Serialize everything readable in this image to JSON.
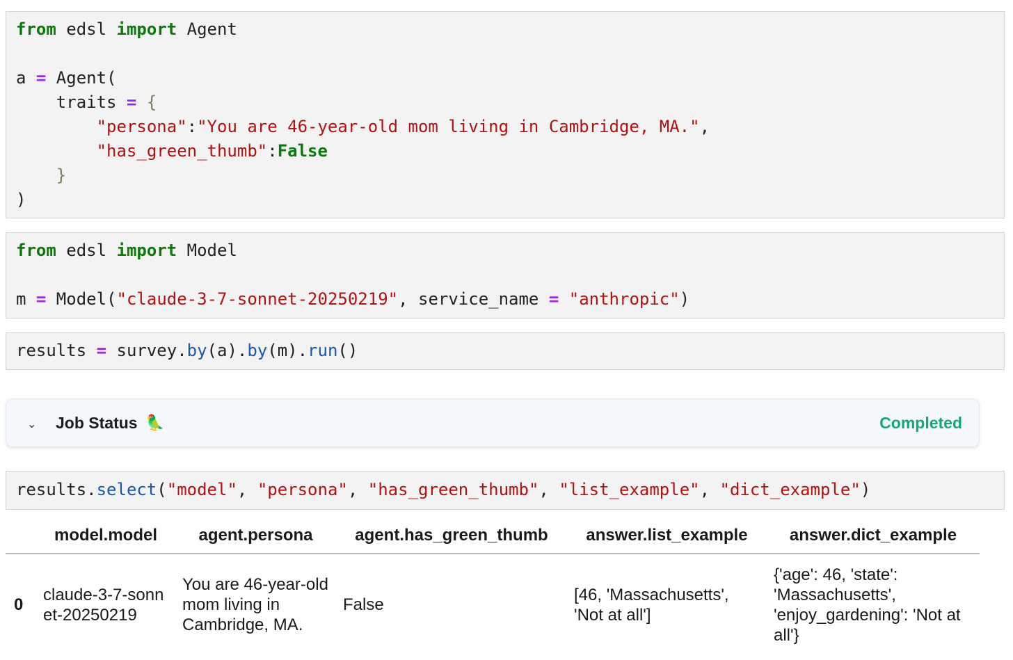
{
  "cells": [
    {
      "lines": [
        [
          [
            "kw",
            "from"
          ],
          [
            "t",
            " edsl "
          ],
          [
            "kw",
            "import"
          ],
          [
            "t",
            " Agent"
          ]
        ],
        [],
        [
          [
            "t",
            "a "
          ],
          [
            "op",
            "="
          ],
          [
            "t",
            " Agent("
          ]
        ],
        [
          [
            "t",
            "    traits "
          ],
          [
            "op",
            "="
          ],
          [
            "t",
            " "
          ],
          [
            "brace",
            "{"
          ]
        ],
        [
          [
            "t",
            "        "
          ],
          [
            "str",
            "\"persona\""
          ],
          [
            "t",
            ":"
          ],
          [
            "str",
            "\"You are 46-year-old mom living in Cambridge, MA.\""
          ],
          [
            "t",
            ","
          ]
        ],
        [
          [
            "t",
            "        "
          ],
          [
            "str",
            "\"has_green_thumb\""
          ],
          [
            "t",
            ":"
          ],
          [
            "kw",
            "False"
          ]
        ],
        [
          [
            "t",
            "    "
          ],
          [
            "brace",
            "}"
          ]
        ],
        [
          [
            "t",
            ")"
          ]
        ]
      ]
    },
    {
      "lines": [
        [
          [
            "kw",
            "from"
          ],
          [
            "t",
            " edsl "
          ],
          [
            "kw",
            "import"
          ],
          [
            "t",
            " Model"
          ]
        ],
        [],
        [
          [
            "t",
            "m "
          ],
          [
            "op",
            "="
          ],
          [
            "t",
            " Model("
          ],
          [
            "str",
            "\"claude-3-7-sonnet-20250219\""
          ],
          [
            "t",
            ", service_name "
          ],
          [
            "op",
            "="
          ],
          [
            "t",
            " "
          ],
          [
            "str",
            "\"anthropic\""
          ],
          [
            "t",
            ")"
          ]
        ]
      ]
    },
    {
      "lines": [
        [
          [
            "t",
            "results "
          ],
          [
            "op",
            "="
          ],
          [
            "t",
            " survey."
          ],
          [
            "fn",
            "by"
          ],
          [
            "t",
            "(a)."
          ],
          [
            "fn",
            "by"
          ],
          [
            "t",
            "(m)."
          ],
          [
            "fn",
            "run"
          ],
          [
            "t",
            "()"
          ]
        ]
      ]
    },
    {
      "lines": [
        [
          [
            "t",
            "results."
          ],
          [
            "fn",
            "select"
          ],
          [
            "t",
            "("
          ],
          [
            "str",
            "\"model\""
          ],
          [
            "t",
            ", "
          ],
          [
            "str",
            "\"persona\""
          ],
          [
            "t",
            ", "
          ],
          [
            "str",
            "\"has_green_thumb\""
          ],
          [
            "t",
            ", "
          ],
          [
            "str",
            "\"list_example\""
          ],
          [
            "t",
            ", "
          ],
          [
            "str",
            "\"dict_example\""
          ],
          [
            "t",
            ")"
          ]
        ]
      ]
    }
  ],
  "job_status": {
    "chevron": "⌄",
    "title": "Job Status",
    "emoji": "🦜",
    "state": "Completed"
  },
  "table": {
    "columns": [
      "",
      "model.model",
      "agent.persona",
      "agent.has_green_thumb",
      "answer.list_example",
      "answer.dict_example"
    ],
    "rows": [
      [
        "0",
        "claude-3-7-sonnet-20250219",
        "You are 46-year-old mom living in Cambridge, MA.",
        "False",
        "[46, 'Massachusetts', 'Not at all']",
        "{'age': 46, 'state': 'Massachusetts', 'enjoy_gardening': 'Not at all'}"
      ]
    ]
  }
}
